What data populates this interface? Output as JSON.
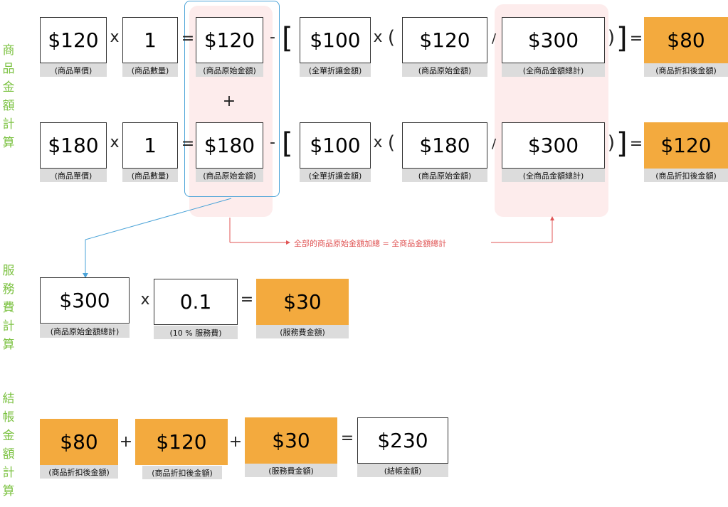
{
  "sections": {
    "item": "商品金額計算",
    "service": "服務費計算",
    "checkout": "結帳金額計算"
  },
  "row1": {
    "unit_price": "$120",
    "unit_price_label": "(商品單價)",
    "qty": "1",
    "qty_label": "(商品數量)",
    "original": "$120",
    "original_label": "(商品原始金額)",
    "discount": "$100",
    "discount_label": "(全單折讓金額)",
    "original2": "$120",
    "original2_label": "(商品原始金額)",
    "total": "$300",
    "total_label": "(全商品金額總計)",
    "result": "$80",
    "result_label": "(商品折扣後金額)"
  },
  "row2": {
    "unit_price": "$180",
    "unit_price_label": "(商品單價)",
    "qty": "1",
    "qty_label": "(商品數量)",
    "original": "$180",
    "original_label": "(商品原始金額)",
    "discount": "$100",
    "discount_label": "(全單折讓金額)",
    "original2": "$180",
    "original2_label": "(商品原始金額)",
    "total": "$300",
    "total_label": "(全商品金額總計)",
    "result": "$120",
    "result_label": "(商品折扣後金額)"
  },
  "ops": {
    "times": "x",
    "equals": "=",
    "minus": "-",
    "plus": "+",
    "divide": "/",
    "open_bracket": "[",
    "close_bracket": "]",
    "open_paren": "(",
    "close_paren": ")"
  },
  "note": "全部的商品原始金額加總 = 全商品金額總計",
  "service": {
    "total": "$300",
    "total_label": "(商品原始金額總計)",
    "rate": "0.1",
    "rate_label": "(10 % 服務費)",
    "fee": "$30",
    "fee_label": "(服務費金額)"
  },
  "checkout": {
    "a": "$80",
    "a_label": "(商品折扣後金額)",
    "b": "$120",
    "b_label": "(商品折扣後金額)",
    "c": "$30",
    "c_label": "(服務費金額)",
    "total": "$230",
    "total_label": "(結帳金額)"
  },
  "colors": {
    "orange": "#f3aa3e",
    "green": "#7cc242",
    "pink_bg": "#fdecec",
    "red": "#e05555",
    "blue": "#4aa3d8"
  }
}
